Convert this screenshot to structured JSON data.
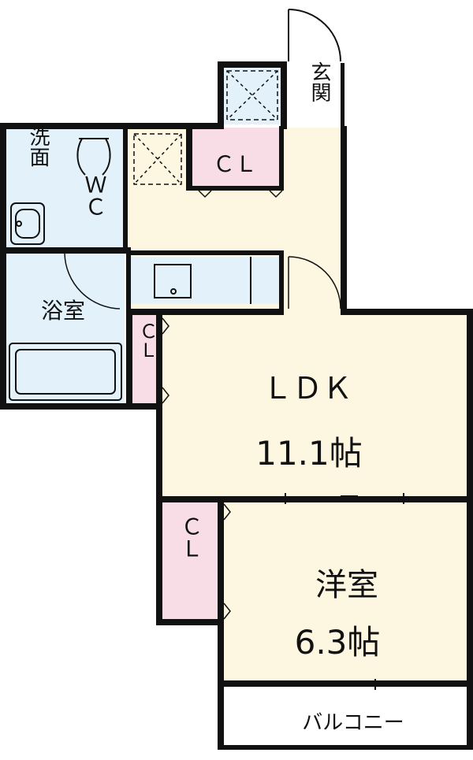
{
  "rooms": {
    "entrance": "玄関",
    "closet_entry": "ＣＬ",
    "washroom": "洗面",
    "wc": "ＷＣ",
    "bath": "浴室",
    "closet_side": "ＣＬ",
    "ldk": "ＬＤＫ",
    "ldk_size": "11.1帖",
    "closet_west": "ＣＬ",
    "western_room": "洋室",
    "western_size": "6.3帖",
    "balcony": "バルコニー"
  },
  "colors": {
    "wall": "#111111",
    "floor_main": "#fdf6e1",
    "floor_wet": "#e3f1fa",
    "closet": "#f9dde6",
    "balcony": "#ffffff"
  }
}
